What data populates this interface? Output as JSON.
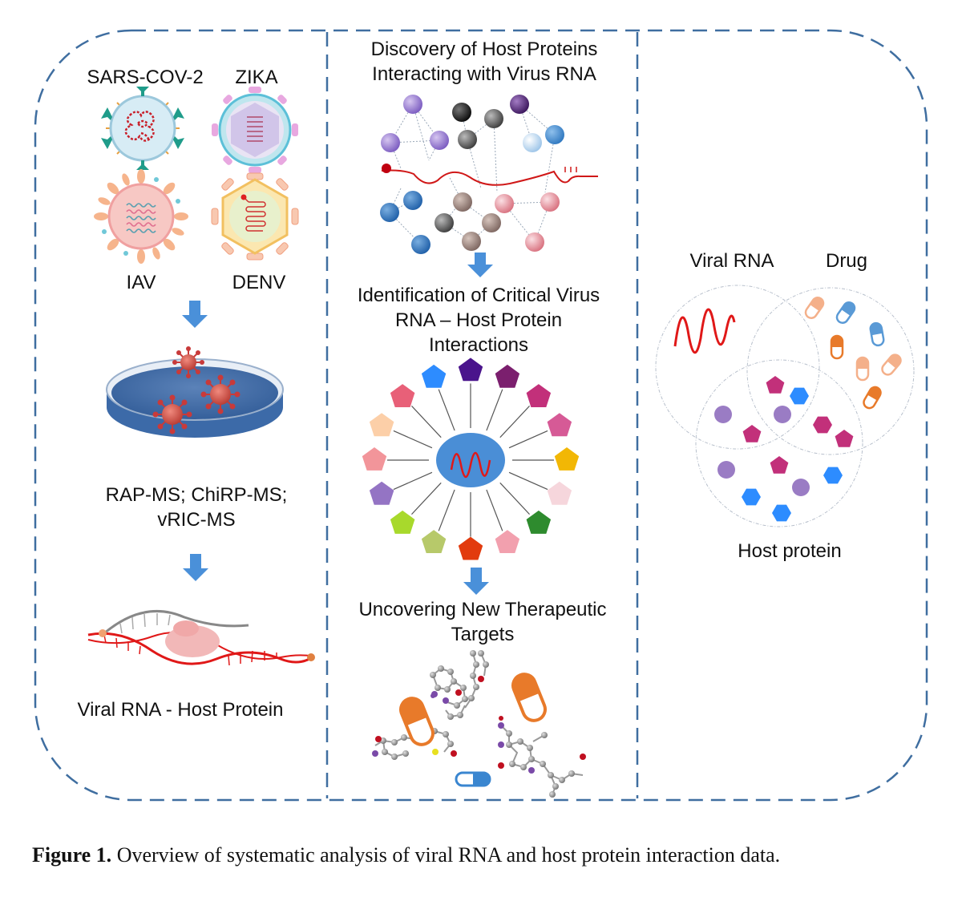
{
  "panel_left": {
    "viruses": [
      {
        "name": "SARS-COV-2"
      },
      {
        "name": "ZIKA"
      },
      {
        "name": "IAV"
      },
      {
        "name": "DENV"
      }
    ],
    "methods_label_line1": "RAP-MS; ChiRP-MS;",
    "methods_label_line2": "vRIC-MS",
    "result_label": "Viral RNA - Host Protein"
  },
  "panel_middle": {
    "step1_line1": "Discovery of Host Proteins",
    "step1_line2": "Interacting with Virus RNA",
    "step2_line1": "Identification of Critical Virus",
    "step2_line2": "RNA – Host Protein",
    "step2_line3": "Interactions",
    "step3_line1": "Uncovering New Therapeutic",
    "step3_line2": "Targets",
    "hub_pentagon_colors": [
      "#4a148c",
      "#7b1f6e",
      "#c2307a",
      "#d65a96",
      "#f2b705",
      "#f6d6dc",
      "#2e8b2e",
      "#f2a0ae",
      "#e23b0e",
      "#b7c96a",
      "#a8d92c",
      "#9474c4",
      "#f2959a",
      "#fccfa8",
      "#e86078",
      "#2d8cff"
    ]
  },
  "panel_right": {
    "venn_labels": {
      "viral_rna": "Viral RNA",
      "drug": "Drug",
      "host_protein": "Host protein"
    }
  },
  "colors": {
    "border": "#3f6ea0",
    "arrow": "#4a90d9",
    "rna_red": "#e01818"
  },
  "caption": {
    "prefix": "Figure 1.",
    "text": " Overview of systematic analysis of viral RNA and host protein interaction data."
  }
}
